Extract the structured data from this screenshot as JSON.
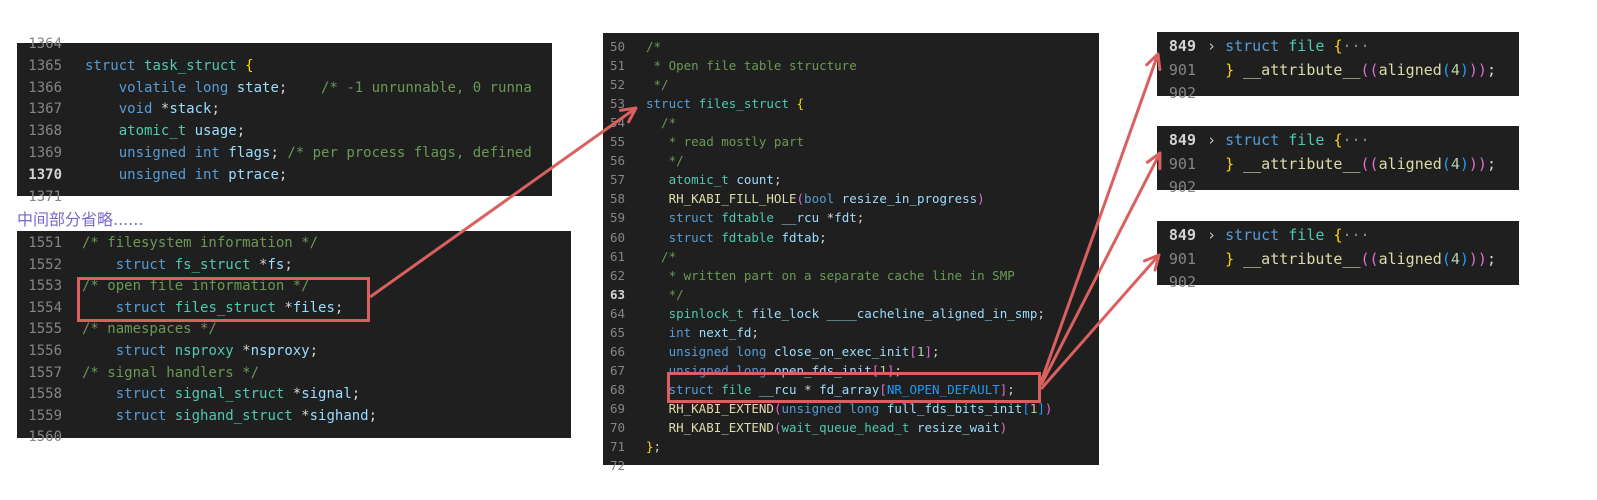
{
  "note": "中间部分省略......",
  "task_top": [
    {
      "n": "1364",
      "t": []
    },
    {
      "n": "1365",
      "t": [
        [
          "kw",
          "struct "
        ],
        [
          "ty",
          "task_struct "
        ],
        [
          "br",
          "{"
        ]
      ]
    },
    {
      "n": "1366",
      "t": [
        [
          "pl",
          "    "
        ],
        [
          "kw",
          "volatile "
        ],
        [
          "kw",
          "long "
        ],
        [
          "id",
          "state"
        ],
        [
          "pl",
          ";    "
        ],
        [
          "cm",
          "/* -1 unrunnable, 0 runna"
        ]
      ]
    },
    {
      "n": "1367",
      "t": [
        [
          "pl",
          "    "
        ],
        [
          "kw",
          "void "
        ],
        [
          "pl",
          "*"
        ],
        [
          "id",
          "stack"
        ],
        [
          "pl",
          ";"
        ]
      ]
    },
    {
      "n": "1368",
      "t": [
        [
          "pl",
          "    "
        ],
        [
          "ty",
          "atomic_t "
        ],
        [
          "id",
          "usage"
        ],
        [
          "pl",
          ";"
        ]
      ]
    },
    {
      "n": "1369",
      "t": [
        [
          "pl",
          "    "
        ],
        [
          "kw",
          "unsigned "
        ],
        [
          "kw",
          "int "
        ],
        [
          "id",
          "flags"
        ],
        [
          "pl",
          "; "
        ],
        [
          "cm",
          "/* per process flags, defined"
        ]
      ]
    },
    {
      "n": "1370",
      "active": true,
      "t": [
        [
          "pl",
          "    "
        ],
        [
          "kw",
          "unsigned "
        ],
        [
          "kw",
          "int "
        ],
        [
          "id",
          "ptrace"
        ],
        [
          "pl",
          ";"
        ]
      ]
    },
    {
      "n": "1371",
      "t": []
    }
  ],
  "task_bottom": [
    {
      "n": "1551",
      "t": [
        [
          "cm",
          "/* filesystem information */"
        ]
      ]
    },
    {
      "n": "1552",
      "t": [
        [
          "pl",
          "    "
        ],
        [
          "kw",
          "struct "
        ],
        [
          "ty",
          "fs_struct "
        ],
        [
          "pl",
          "*"
        ],
        [
          "id",
          "fs"
        ],
        [
          "pl",
          ";"
        ]
      ]
    },
    {
      "n": "1553",
      "t": [
        [
          "cm",
          "/* open file information */"
        ]
      ]
    },
    {
      "n": "1554",
      "t": [
        [
          "pl",
          "    "
        ],
        [
          "kw",
          "struct "
        ],
        [
          "ty",
          "files_struct "
        ],
        [
          "pl",
          "*"
        ],
        [
          "id",
          "files"
        ],
        [
          "pl",
          ";"
        ]
      ]
    },
    {
      "n": "1555",
      "t": [
        [
          "cm",
          "/* namespaces */"
        ]
      ]
    },
    {
      "n": "1556",
      "t": [
        [
          "pl",
          "    "
        ],
        [
          "kw",
          "struct "
        ],
        [
          "ty",
          "nsproxy "
        ],
        [
          "pl",
          "*"
        ],
        [
          "id",
          "nsproxy"
        ],
        [
          "pl",
          ";"
        ]
      ]
    },
    {
      "n": "1557",
      "t": [
        [
          "cm",
          "/* signal handlers */"
        ]
      ]
    },
    {
      "n": "1558",
      "t": [
        [
          "pl",
          "    "
        ],
        [
          "kw",
          "struct "
        ],
        [
          "ty",
          "signal_struct "
        ],
        [
          "pl",
          "*"
        ],
        [
          "id",
          "signal"
        ],
        [
          "pl",
          ";"
        ]
      ]
    },
    {
      "n": "1559",
      "t": [
        [
          "pl",
          "    "
        ],
        [
          "kw",
          "struct "
        ],
        [
          "ty",
          "sighand_struct "
        ],
        [
          "pl",
          "*"
        ],
        [
          "id",
          "sighand"
        ],
        [
          "pl",
          ";"
        ]
      ]
    },
    {
      "n": "1560",
      "t": []
    }
  ],
  "files_struct": [
    {
      "n": "50",
      "t": [
        [
          "cm",
          "/*"
        ]
      ]
    },
    {
      "n": "51",
      "t": [
        [
          "cm",
          " * Open file table structure"
        ]
      ]
    },
    {
      "n": "52",
      "t": [
        [
          "cm",
          " */"
        ]
      ]
    },
    {
      "n": "53",
      "t": [
        [
          "kw",
          "struct "
        ],
        [
          "ty",
          "files_struct "
        ],
        [
          "br",
          "{"
        ]
      ]
    },
    {
      "n": "54",
      "t": [
        [
          "cm",
          "  /*"
        ]
      ]
    },
    {
      "n": "55",
      "t": [
        [
          "cm",
          "   * read mostly part"
        ]
      ]
    },
    {
      "n": "56",
      "t": [
        [
          "cm",
          "   */"
        ]
      ]
    },
    {
      "n": "57",
      "t": [
        [
          "pl",
          "   "
        ],
        [
          "ty",
          "atomic_t "
        ],
        [
          "id",
          "count"
        ],
        [
          "pl",
          ";"
        ]
      ]
    },
    {
      "n": "58",
      "t": [
        [
          "pl",
          "   "
        ],
        [
          "fn",
          "RH_KABI_FILL_HOLE"
        ],
        [
          "br2",
          "("
        ],
        [
          "kw",
          "bool "
        ],
        [
          "id",
          "resize_in_progress"
        ],
        [
          "br2",
          ")"
        ]
      ]
    },
    {
      "n": "59",
      "t": [
        [
          "pl",
          "   "
        ],
        [
          "kw",
          "struct "
        ],
        [
          "ty",
          "fdtable "
        ],
        [
          "id",
          "__rcu "
        ],
        [
          "pl",
          "*"
        ],
        [
          "id",
          "fdt"
        ],
        [
          "pl",
          ";"
        ]
      ]
    },
    {
      "n": "60",
      "t": [
        [
          "pl",
          "   "
        ],
        [
          "kw",
          "struct "
        ],
        [
          "ty",
          "fdtable "
        ],
        [
          "id",
          "fdtab"
        ],
        [
          "pl",
          ";"
        ]
      ]
    },
    {
      "n": "61",
      "t": [
        [
          "cm",
          "  /*"
        ]
      ]
    },
    {
      "n": "62",
      "t": [
        [
          "cm",
          "   * written part on a separate cache line in SMP"
        ]
      ]
    },
    {
      "n": "63",
      "active": true,
      "t": [
        [
          "cm",
          "   */"
        ]
      ]
    },
    {
      "n": "64",
      "t": [
        [
          "pl",
          "   "
        ],
        [
          "ty",
          "spinlock_t "
        ],
        [
          "id",
          "file_lock "
        ],
        [
          "id",
          "____cacheline_aligned_in_smp"
        ],
        [
          "pl",
          ";"
        ]
      ]
    },
    {
      "n": "65",
      "t": [
        [
          "pl",
          "   "
        ],
        [
          "kw",
          "int "
        ],
        [
          "id",
          "next_fd"
        ],
        [
          "pl",
          ";"
        ]
      ]
    },
    {
      "n": "66",
      "t": [
        [
          "pl",
          "   "
        ],
        [
          "kw",
          "unsigned "
        ],
        [
          "kw",
          "long "
        ],
        [
          "id",
          "close_on_exec_init"
        ],
        [
          "br2",
          "["
        ],
        [
          "num",
          "1"
        ],
        [
          "br2",
          "]"
        ],
        [
          "pl",
          ";"
        ]
      ]
    },
    {
      "n": "67",
      "t": [
        [
          "pl",
          "   "
        ],
        [
          "kw",
          "unsigned "
        ],
        [
          "kw",
          "long "
        ],
        [
          "id",
          "open_fds_init"
        ],
        [
          "br2",
          "["
        ],
        [
          "num",
          "1"
        ],
        [
          "br2",
          "]"
        ],
        [
          "pl",
          ";"
        ]
      ]
    },
    {
      "n": "68",
      "t": [
        [
          "pl",
          "   "
        ],
        [
          "kw",
          "struct "
        ],
        [
          "ty",
          "file "
        ],
        [
          "id",
          "__rcu "
        ],
        [
          "pl",
          "* "
        ],
        [
          "id",
          "fd_array"
        ],
        [
          "br2",
          "["
        ],
        [
          "br3",
          "NR_OPEN_DEFAULT"
        ],
        [
          "br2",
          "]"
        ],
        [
          "pl",
          ";"
        ]
      ]
    },
    {
      "n": "69",
      "t": [
        [
          "pl",
          "   "
        ],
        [
          "fn",
          "RH_KABI_EXTEND"
        ],
        [
          "br2",
          "("
        ],
        [
          "kw",
          "unsigned "
        ],
        [
          "kw",
          "long "
        ],
        [
          "id",
          "full_fds_bits_init"
        ],
        [
          "br3",
          "["
        ],
        [
          "num",
          "1"
        ],
        [
          "br3",
          "]"
        ],
        [
          "br2",
          ")"
        ]
      ]
    },
    {
      "n": "70",
      "t": [
        [
          "pl",
          "   "
        ],
        [
          "fn",
          "RH_KABI_EXTEND"
        ],
        [
          "br2",
          "("
        ],
        [
          "ty",
          "wait_queue_head_t "
        ],
        [
          "id",
          "resize_wait"
        ],
        [
          "br2",
          ")"
        ]
      ]
    },
    {
      "n": "71",
      "t": [
        [
          "br",
          "}"
        ],
        [
          "pl",
          ";"
        ]
      ]
    },
    {
      "n": "72",
      "t": []
    }
  ],
  "file_struct": [
    {
      "n": "849",
      "active": true,
      "t": [
        [
          "chev",
          "› "
        ],
        [
          "kw",
          "struct "
        ],
        [
          "ty",
          "file "
        ],
        [
          "br",
          "{"
        ],
        [
          "ellip",
          "···"
        ]
      ]
    },
    {
      "n": "901",
      "t": [
        [
          "pl",
          "  "
        ],
        [
          "br",
          "}"
        ],
        [
          "pl",
          " "
        ],
        [
          "fn",
          "__attribute__"
        ],
        [
          "br2",
          "(("
        ],
        [
          "fn",
          "aligned"
        ],
        [
          "br3",
          "("
        ],
        [
          "num",
          "4"
        ],
        [
          "br3",
          ")"
        ],
        [
          "br2",
          "))"
        ],
        [
          "pl",
          ";"
        ]
      ]
    },
    {
      "n": "902",
      "t": []
    }
  ],
  "colors": {
    "panel_bg": "#1f1f1f",
    "highlight": "#d9605e",
    "note": "#7b68c9"
  }
}
